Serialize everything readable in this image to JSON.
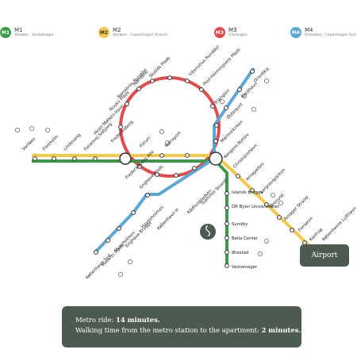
{
  "legend": [
    {
      "code": "M1",
      "name": "M1",
      "route": "Vanløse - Vestamager",
      "color": "#3a9a4a"
    },
    {
      "code": "M2",
      "name": "M2",
      "route": "Vanløse - Copenhagen Airport",
      "color": "#f2c94c"
    },
    {
      "code": "M3",
      "name": "M3",
      "route": "Cityringen",
      "color": "#e24b4b"
    },
    {
      "code": "M4",
      "name": "M4",
      "route": "Orientkaj - Copenhagen Syd",
      "color": "#5aa7d6"
    }
  ],
  "stations": {
    "vanlose": "Vanløse",
    "flintholm": "Flintholm",
    "lindevang": "Lindevang",
    "fasanvej": "Fasanvej Solbjerg",
    "frederiksberg": "Frederiksberg",
    "forum": "Forum",
    "norreport": "Nørreport",
    "kongens_nytorv": "Kongens Nytorv",
    "skjolds": "Skjolds Plads",
    "norrebro": "Nørrebro",
    "norrebros_runddel": "Nørrebros Runddel",
    "nuuks": "Nuuks Plads",
    "aksel": "Aksel Møllers Have",
    "vibenshus": "Vibenshus Runddel",
    "poul": "Poul Henningsens Plads",
    "orientkaj": "Orientkaj",
    "nordhavn": "Nordhavn",
    "trianglen": "Trianglen",
    "osterport": "Østerport",
    "marmorkirken": "Marmorkirken",
    "christianshavn": "Christianshavn",
    "amagerbro": "Amagerbro",
    "lergravsparken": "Lergravsparken",
    "oresund": "Øresund",
    "amager_strand": "Amager Strand",
    "femoren": "Femøren",
    "kastrup": "Kastrup",
    "lufthavnen": "Københavns Lufthavn",
    "frb_alle": "Frederiksberg Allé",
    "enghave_plads": "Enghave Plads",
    "kobenhavn_h": "København H",
    "radhuspladsen": "Rådhuspladsen",
    "gammel_strand": "Gammel Strand",
    "havneholmen": "Havneholmen",
    "enghave_brygge": "Enghave Brygge",
    "sluseholmen": "Sluseholmen",
    "mozarts": "Mozarts Plads",
    "kbh_syd": "København Syd",
    "islands_brygge": "Islands Brygge",
    "dr_byen": "DR Byen Universitetet",
    "sundby": "Sundby",
    "bella": "Bella Center",
    "orestad": "Ørestad",
    "vestamager": "Vestamager"
  },
  "info": {
    "line1_prefix": "Metro ride: ",
    "line1_value": "14 minutes.",
    "line2_prefix": "Walking time from the metro station to the apartment: ",
    "line2_value": "2 minutes."
  },
  "airport_label": "Airport",
  "colors": {
    "m1": "#3a9a4a",
    "m2": "#f2c94c",
    "m3": "#e24b4b",
    "m4": "#5aa7d6",
    "panel": "#4d5a4f"
  }
}
